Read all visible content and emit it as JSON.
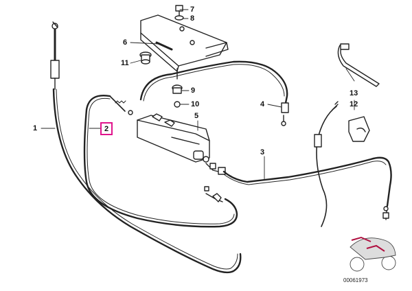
{
  "callouts": [
    {
      "id": "1",
      "label": "1"
    },
    {
      "id": "2",
      "label": "2",
      "highlight_color": "#e0148c"
    },
    {
      "id": "3",
      "label": "3"
    },
    {
      "id": "4",
      "label": "4"
    },
    {
      "id": "5",
      "label": "5"
    },
    {
      "id": "6",
      "label": "6"
    },
    {
      "id": "7",
      "label": "7"
    },
    {
      "id": "8",
      "label": "8"
    },
    {
      "id": "9",
      "label": "9"
    },
    {
      "id": "10",
      "label": "10"
    },
    {
      "id": "11",
      "label": "11"
    },
    {
      "id": "12",
      "label": "12"
    },
    {
      "id": "13",
      "label": "13"
    }
  ],
  "part_code": "00061973",
  "colors": {
    "highlight": "#e0148c",
    "line": "#222222",
    "inset_accent": "#b01040"
  }
}
